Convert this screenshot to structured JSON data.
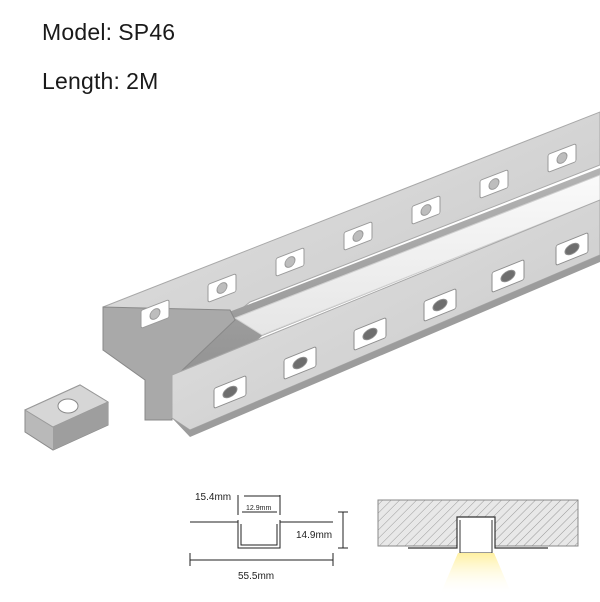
{
  "specs": {
    "model_label": "Model:",
    "model_value": "SP46",
    "length_label": "Length:",
    "length_value": "2M"
  },
  "dimensions": {
    "flange_width": "15.4mm",
    "inner_width": "12.9mm",
    "height": "14.9mm",
    "total_width": "55.5mm"
  },
  "colors": {
    "aluminium_light": "#d9d9d9",
    "aluminium_mid": "#b8b8b8",
    "aluminium_dark": "#8e8e8e",
    "diffuser": "#f2f2f2",
    "hatch": "#9a9a9a",
    "light_glow": "#fff3b0"
  }
}
